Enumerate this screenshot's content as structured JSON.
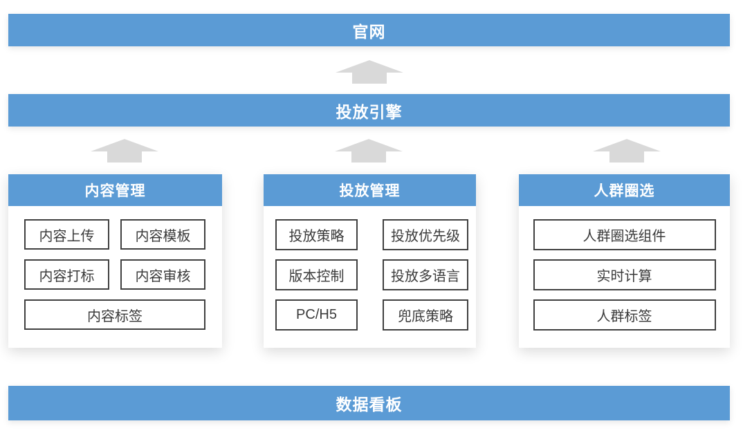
{
  "colors": {
    "blue": "#5B9BD5",
    "arrow": "#D9D9D9",
    "border": "#3F3F3F",
    "box_text": "#3A3A3A"
  },
  "bars": {
    "site": "官网",
    "engine": "投放引擎",
    "dashboard": "数据看板"
  },
  "columns": [
    {
      "title": "内容管理",
      "items": [
        "内容上传",
        "内容模板",
        "内容打标",
        "内容审核",
        "内容标签"
      ]
    },
    {
      "title": "投放管理",
      "items": [
        "投放策略",
        "投放优先级",
        "版本控制",
        "投放多语言",
        "PC/H5",
        "兜底策略"
      ]
    },
    {
      "title": "人群圈选",
      "items": [
        "人群圈选组件",
        "实时计算",
        "人群标签"
      ]
    }
  ]
}
